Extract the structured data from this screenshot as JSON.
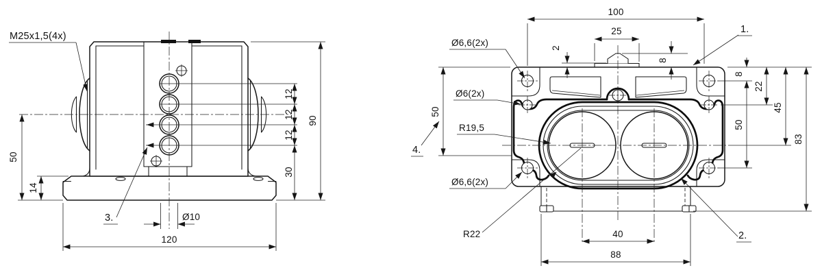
{
  "front_view": {
    "labels": {
      "gland_thread": "M25x1,5(4x)",
      "callout_3": "3."
    },
    "dims": {
      "overall_width": "120",
      "overall_height": "90",
      "terminal_bore_dia": "Ø10",
      "row_pitch_1": "12",
      "row_pitch_2": "12",
      "row_pitch_3": "12",
      "bottom_row_height": "30",
      "axis_height": "50",
      "base_thickness": "14"
    }
  },
  "top_view": {
    "labels": {
      "corner_holes": "Ø6,6(2x)",
      "side_holes": "Ø6(2x)",
      "bore_radius": "R19,5",
      "corner_holes_2": "Ø6,6(2x)",
      "boss_radius": "R22",
      "callout_1": "1.",
      "callout_2": "2.",
      "callout_4": "4."
    },
    "dims": {
      "mount_hole_spacing": "100",
      "tab_width": "25",
      "tab_offset": "2",
      "tab_height": "8",
      "edge_to_hole": "8",
      "edge_to_side_hole": "22",
      "edge_to_axis": "45",
      "hole_row_spacing": "50",
      "overall_depth": "83",
      "seal_depth": "50",
      "bore_spacing": "40",
      "body_width": "88"
    }
  }
}
